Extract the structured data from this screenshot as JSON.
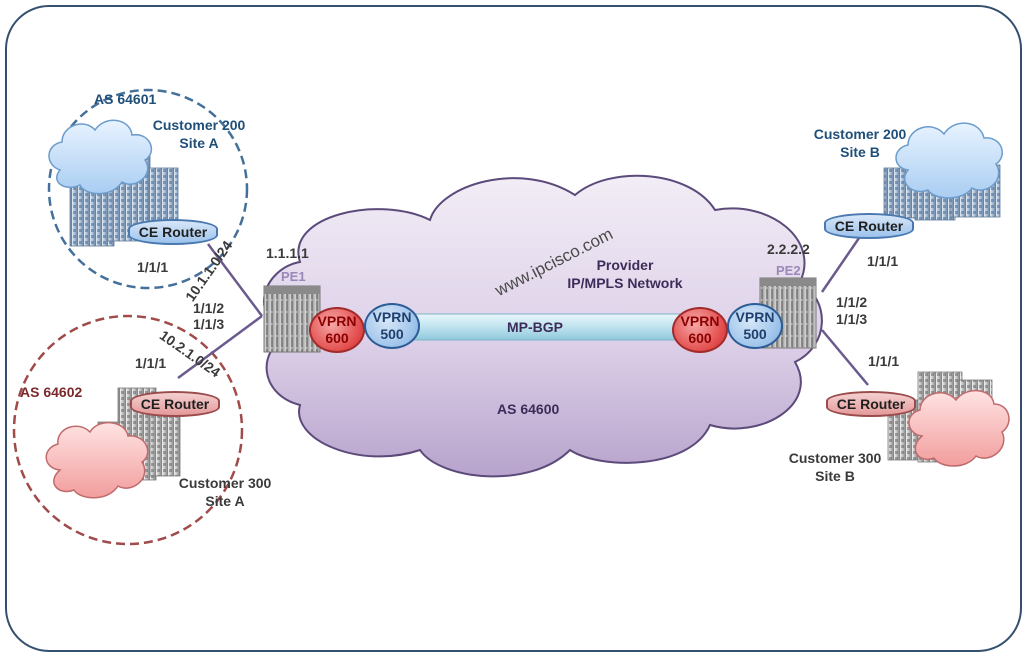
{
  "provider": {
    "title_line1": "Provider",
    "title_line2": "IP/MPLS Network",
    "as_label": "AS 64600",
    "session_label": "MP-BGP",
    "watermark": "www.ipcisco.com"
  },
  "pe1": {
    "name": "PE1",
    "loopback": "1.1.1.1",
    "vprn_a": {
      "line1": "VPRN",
      "line2": "600"
    },
    "vprn_b": {
      "line1": "VPRN",
      "line2": "500"
    }
  },
  "pe2": {
    "name": "PE2",
    "loopback": "2.2.2.2",
    "vprn_a": {
      "line1": "VPRN",
      "line2": "600"
    },
    "vprn_b": {
      "line1": "VPRN",
      "line2": "500"
    }
  },
  "customer200_site_a": {
    "as_label": "AS 64601",
    "title_line1": "Customer 200",
    "title_line2": "Site A",
    "router": "CE Router",
    "ce_port": "1/1/1",
    "subnet": "10.1.1.0/24",
    "pe_port": "1/1/2"
  },
  "customer300_site_a": {
    "as_label": "AS 64602",
    "title_line1": "Customer 300",
    "title_line2": "Site A",
    "router": "CE Router",
    "ce_port": "1/1/1",
    "subnet": "10.2.1.0/24",
    "pe_port": "1/1/3"
  },
  "customer200_site_b": {
    "title_line1": "Customer 200",
    "title_line2": "Site B",
    "router": "CE Router",
    "ce_port": "1/1/1",
    "pe_port": "1/1/2"
  },
  "customer300_site_b": {
    "title_line1": "Customer 300",
    "title_line2": "Site B",
    "router": "CE Router",
    "ce_port": "1/1/1",
    "pe_port": "1/1/3"
  },
  "colors": {
    "frame": "#34506e",
    "provider_cloud": "#d9cce4",
    "cust200_accent": "#4a78b0",
    "cust300_accent": "#9a4b4b",
    "vprn600": "#e24a4a",
    "vprn500": "#9cc2ea",
    "link": "#6b5a8e"
  }
}
